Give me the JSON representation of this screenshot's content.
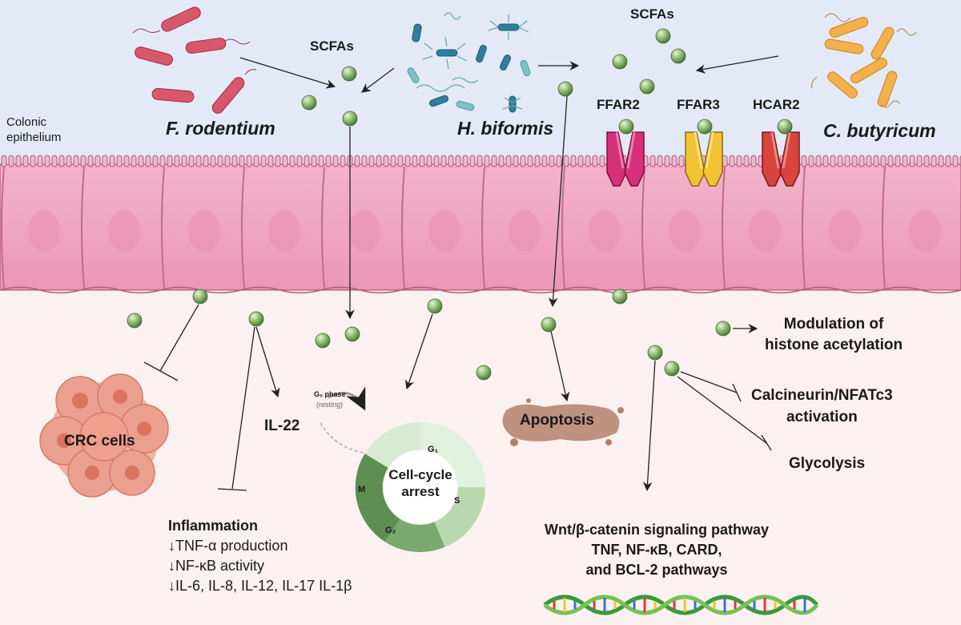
{
  "labels": {
    "colonic_epithelium_line1": "Colonic",
    "colonic_epithelium_line2": "epithelium",
    "scfas_left": "SCFAs",
    "scfas_right": "SCFAs",
    "f_rodentium": "F. rodentium",
    "h_biformis": "H. biformis",
    "c_butyricum": "C. butyricum",
    "ffar2": "FFAR2",
    "ffar3": "FFAR3",
    "hcar2": "HCAR2",
    "crc_cells": "CRC cells",
    "il22": "IL-22",
    "g0_phase": "G₀ phase",
    "g0_resting": "(resting)",
    "g1": "G₁",
    "s": "S",
    "g2": "G₂",
    "m": "M",
    "cell_cycle_line1": "Cell-cycle",
    "cell_cycle_line2": "arrest",
    "apoptosis": "Apoptosis",
    "modulation_line1": "Modulation of",
    "modulation_line2": "histone acetylation",
    "calcineurin_line1": "Calcineurin/NFATc3",
    "calcineurin_line2": "activation",
    "glycolysis": "Glycolysis",
    "inflammation_title": "Inflammation",
    "inflammation_items": [
      "↓TNF-α production",
      "↓NF-κB activity",
      "↓IL-6, IL-8, IL-12, IL-17 IL-1β"
    ],
    "wnt_line1": "Wnt/β-catenin signaling pathway",
    "wnt_line2": "TNF, NF-κB, CARD,",
    "wnt_line3": "and BCL-2  pathways"
  },
  "colors": {
    "lumen": "#e4e9f7",
    "lamina": "#fbf1f0",
    "epithelial_cell": "#ee9fbd",
    "scfa_ball": "#8cb870",
    "ffar2": "#d6307a",
    "ffar3": "#f2c433",
    "hcar2": "#d9443e",
    "crc": "#e99a86",
    "apoptosis": "#b4806b",
    "cell_cycle_dark": "#5d8f52",
    "cell_cycle_light": "#d4e8cf"
  },
  "icons": [
    "rod-bacteria-icon",
    "flagellated-bacteria-icon",
    "clustered-bacteria-icon",
    "receptor-icon",
    "tumor-cluster-icon",
    "dna-helix-icon"
  ]
}
